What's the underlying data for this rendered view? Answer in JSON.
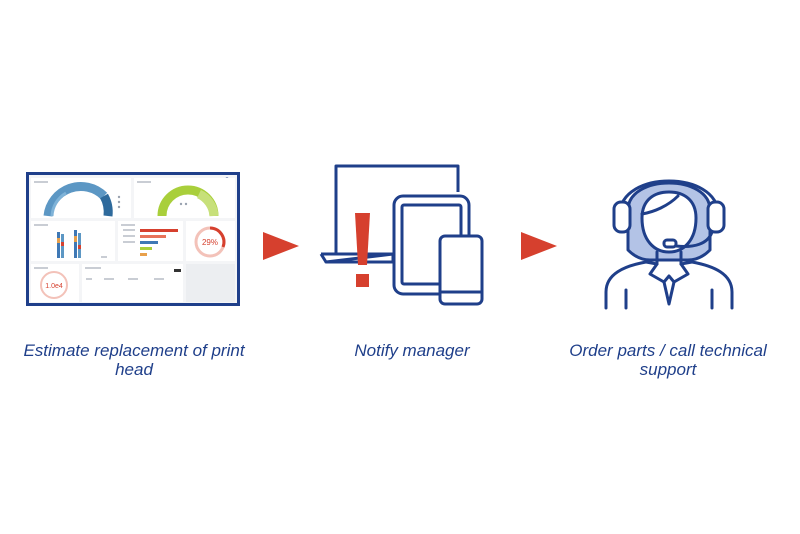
{
  "steps": [
    {
      "caption": "Estimate replacement of print head",
      "icon": "dashboard-icon"
    },
    {
      "caption": "Notify manager",
      "icon": "devices-alert-icon"
    },
    {
      "caption": "Order parts / call technical support",
      "icon": "support-agent-icon"
    }
  ],
  "dashboard": {
    "gauge_value": "29%",
    "gauge_small_value": "1.0e4"
  },
  "colors": {
    "primary": "#1f3f8a",
    "accent": "#d6402e",
    "agent_fill": "#b3c3e6"
  }
}
